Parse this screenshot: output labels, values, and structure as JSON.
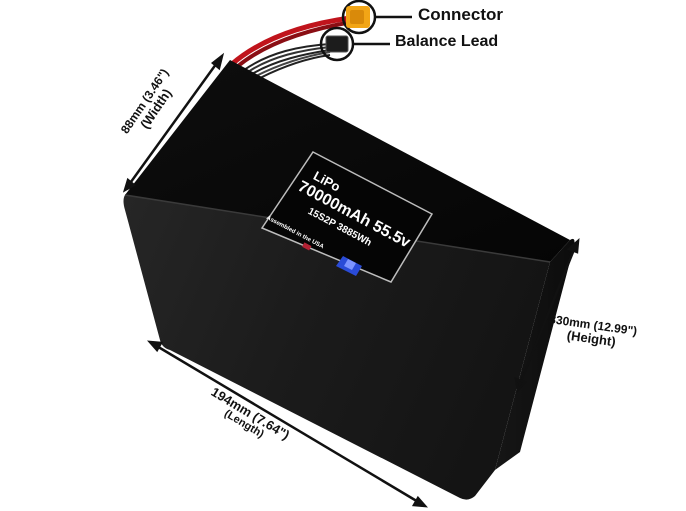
{
  "callouts": {
    "connector": "Connector",
    "balance_lead": "Balance Lead"
  },
  "dimensions": {
    "width_mm": "88mm (3.46\")",
    "width_label": "(Width)",
    "height_mm": "330mm (12.99\")",
    "height_label": "(Height)",
    "length_mm": "194mm (7.64\")",
    "length_label": "(Length)"
  },
  "battery_label": {
    "chemistry": "LiPo",
    "capacity_voltage": "70000mAh 55.5v",
    "config": "15S2P 3885Wh",
    "assembled": "Assembled in the USA"
  },
  "colors": {
    "battery_body": "#1a1a1a",
    "wire_red": "#c0141c",
    "connector_yellow": "#f2a516",
    "logo_blue": "#2a4bd7"
  }
}
